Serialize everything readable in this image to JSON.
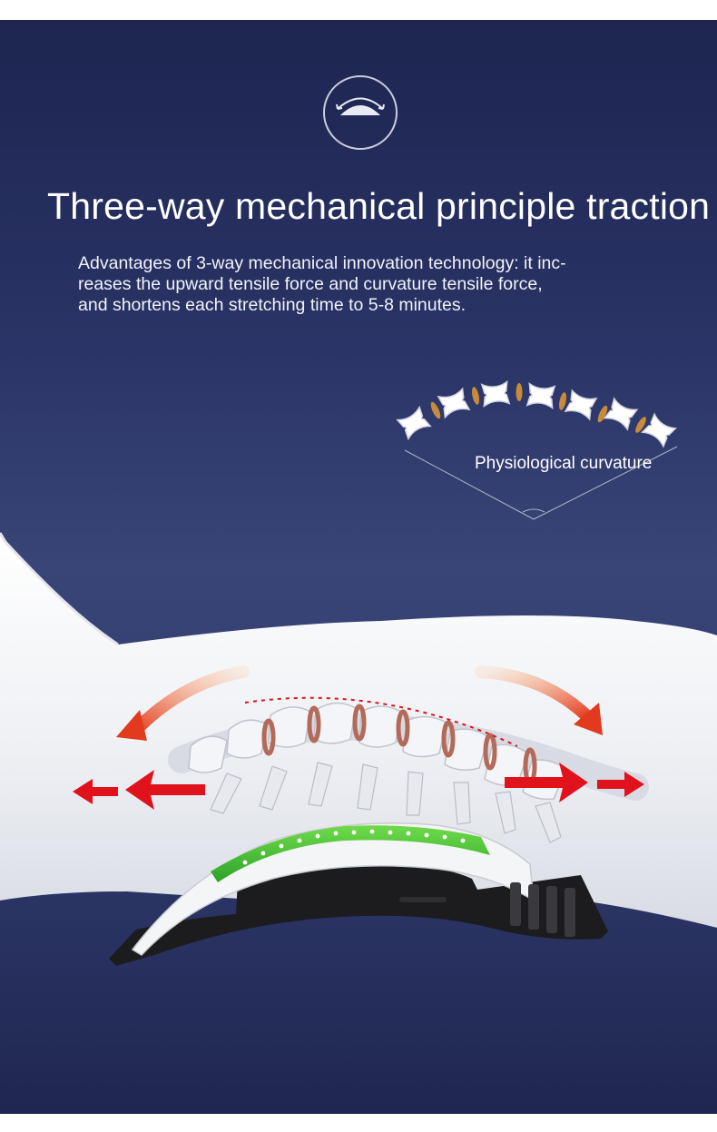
{
  "header": {
    "icon": "spine-curve-icon",
    "title": "Three-way mechanical principle traction"
  },
  "description": {
    "lines": [
      "Advantages of 3-way mechanical innovation technology: it inc-",
      "reases the upward tensile force and curvature tensile force,",
      "and shortens each stretching time to 5-8 minutes."
    ]
  },
  "diagram": {
    "curvature_label": "Physiological curvature"
  },
  "colors": {
    "background_top": "#1d2550",
    "background_mid": "#3a4577",
    "accent_orange": "#ef6a2a",
    "arrow_red": "#e0121c",
    "stretcher_green": "#4cc437",
    "stretcher_base": "#1c1c1e"
  }
}
